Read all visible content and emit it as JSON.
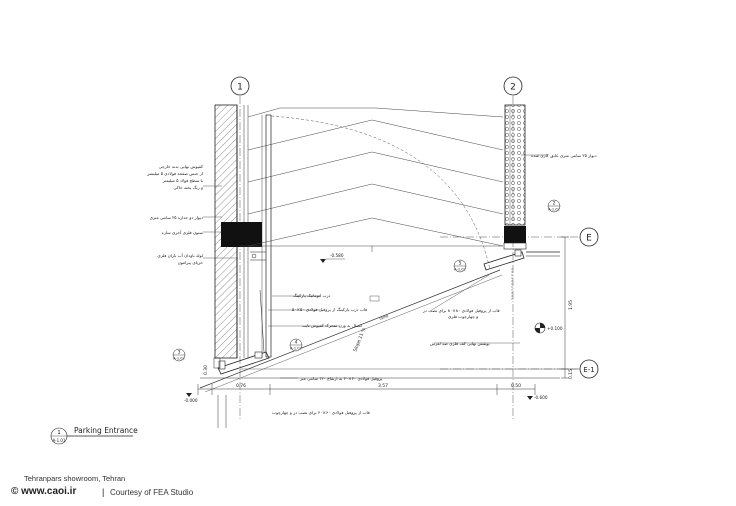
{
  "drawing": {
    "grid_left": "1",
    "grid_right": "2",
    "grid_e": "E",
    "grid_e1": "E-1",
    "title": "Parking Entrance",
    "title_tag_num": "1",
    "title_tag_ref": "A-1.01"
  },
  "annotations": {
    "left_1": "کفپوش نهایی بدنه خارجی",
    "left_2": "از جنس صفحه فولادی ۵ میلیمتر",
    "left_3": "با سطح فولاد ۵ میلیمتر",
    "left_4": "و رنگ پخته خاکی",
    "left_5": "دیوار دو جداره ۲۵ سانتی متری",
    "left_6": "ستون فلزی آجری سازه",
    "left_7": "لوله ناودان آب باران فلزی",
    "left_8": "خرپای پیرامون",
    "right_top": "دیوار ۲۵ سانتی متری عایق کاری شده",
    "mid_1": "درب اتوماتیک پارکینگ",
    "mid_2": "قاب درب پارکینگ از پروفیل فولادی ۵۰×۵۰",
    "mid_3": "اتصال به وزن متحرک کفپوش ثابت",
    "right_1": "قاب از پروفیل فولادی ۸۰×۸۰ برای نصب در",
    "right_2": "و چهارچوب فلزی",
    "right_3": "پوشش نهایی کف فلزی ضد لغزش",
    "bottom_1": "پروفیل فولادی ۶۰×۶۰ به ارتفاع ۱۲۰ سانتی متر",
    "bottom_2": "قاب از پروفیل فولادی ۶۰×۶۰ برای نصب در و چهارچوب"
  },
  "levels": {
    "lvl_inner": "-0.580",
    "lvl_right": "+0.100",
    "lvl_bottom": "-0.600",
    "lvl_left": "-0.000",
    "slope": "Slope 11 %",
    "ramp_label": "ramp"
  },
  "dims": {
    "d1": "0.76",
    "d2": "3.57",
    "d3": "0.50",
    "d_vert": "1.95",
    "d_side": "0.15",
    "d_left": "0.30"
  },
  "detail_tags": {
    "t2_num": "2",
    "t2_ref": "A-1.02",
    "t3_num": "3",
    "t3_ref": "A-1.02",
    "t4_num": "4",
    "t4_ref": "A-1.02",
    "t5_num": "5",
    "t5_ref": "A-1.02"
  },
  "credits": {
    "project": "Tehranpars showroom, Tehran",
    "site": "© www.caoi.ir",
    "separator": "|",
    "courtesy": "Courtesy of FEA Studio"
  }
}
